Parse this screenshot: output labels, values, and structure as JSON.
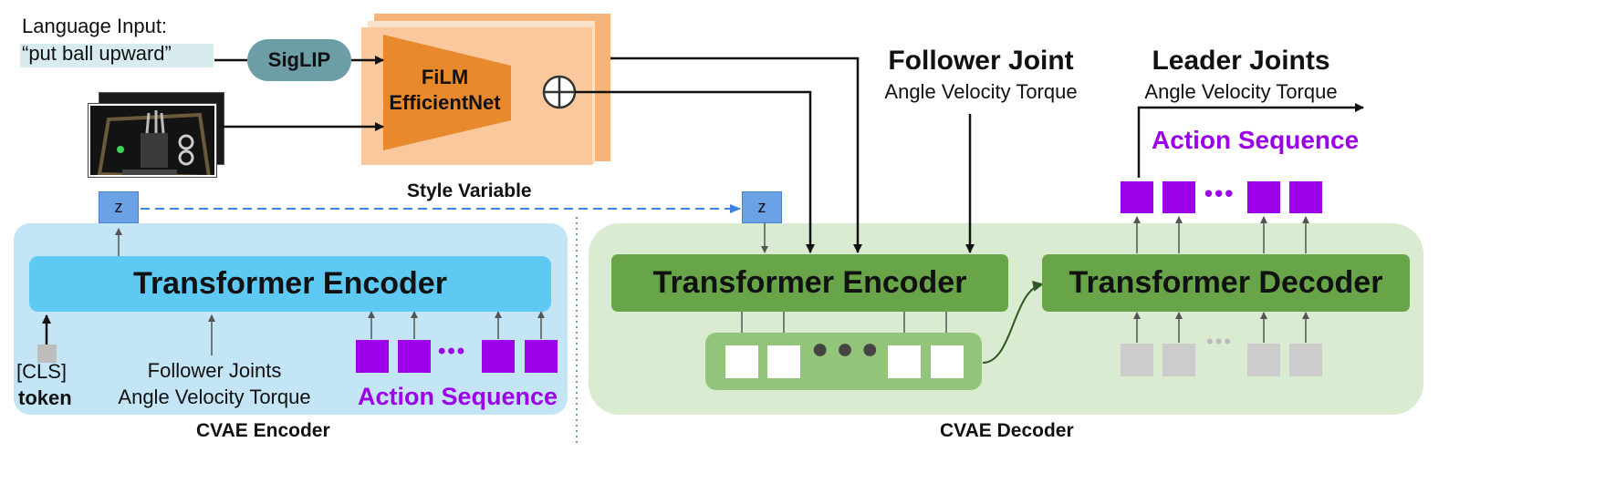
{
  "language_input": {
    "title": "Language Input:",
    "prompt": "“put ball upward”"
  },
  "siglip_label": "SigLIP",
  "film": {
    "line1": "FiLM",
    "line2": "EfficientNet"
  },
  "style_variable_label": "Style Variable",
  "z_label": "z",
  "follower_joint": {
    "title": "Follower Joint",
    "subtitle": "Angle Velocity Torque"
  },
  "leader_joints": {
    "title": "Leader Joints",
    "subtitle": "Angle Velocity Torque"
  },
  "action_sequence_label": "Action Sequence",
  "encoder_section": {
    "transformer_label": "Transformer Encoder",
    "cls_line1": "[CLS]",
    "cls_line2": "token",
    "follower_line1": "Follower Joints",
    "follower_line2": "Angle Velocity Torque",
    "action_label": "Action Sequence",
    "caption": "CVAE Encoder"
  },
  "decoder_section": {
    "encoder_label": "Transformer Encoder",
    "decoder_label": "Transformer Decoder",
    "caption": "CVAE Decoder"
  },
  "colors": {
    "encoder_panel": "#c4e5f5",
    "encoder_block": "#5ec9f2",
    "decoder_panel": "#d9ebd0",
    "decoder_block": "#68a548",
    "token_strip": "#92c57a",
    "action_token": "#9b00e8",
    "query_token": "#cccccc",
    "film_back": "#f9c89c",
    "film_front": "#e8892e",
    "siglip": "#6d9ea6",
    "z_box": "#6ba2e6",
    "dashed": "#3f7fe0"
  },
  "icons": [
    "oplus-icon",
    "camera-image-icon",
    "ellipsis-icon"
  ]
}
